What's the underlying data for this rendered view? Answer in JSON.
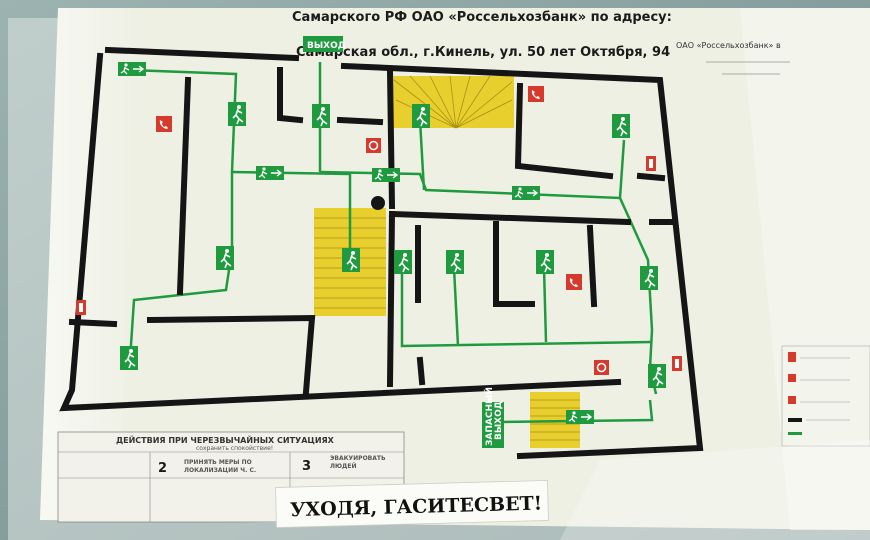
{
  "plan": {
    "header_line1": "Самарского РФ ОАО «Россельхозбанк» по адресу:",
    "header_line2": "Самарская обл., г.Кинель, ул. 50 лет Октября, 94",
    "corner_org": "ОАО «Россельхозбанк» в",
    "exit_top": "ВЫХОД",
    "exit_bottom_line1": "ЗАПАСНЫЙ",
    "exit_bottom_line2": "ВЫХОД"
  },
  "table": {
    "title": "ДЕЙСТВИЯ ПРИ ЧЕРЕЗВЫЧАЙНЫХ СИТУАЦИЯХ",
    "subtitle": "сохранить спокойствие!",
    "col2_num": "2",
    "col2_text_a": "ПРИНЯТЬ МЕРЫ ПО",
    "col2_text_b": "ЛОКАЛИЗАЦИИ Ч. С.",
    "col3_num": "3",
    "col3_text_a": "ЭВАКУИРОВАТЬ",
    "col3_text_b": "ЛЮДЕЙ"
  },
  "note": {
    "text": "УХОДЯ, ГАСИТЕСВЕТ!"
  },
  "colors": {
    "wall": "#151515",
    "route": "#1f9a3f",
    "stairs": "#e8cf2e",
    "alert": "#d63a2c",
    "paper": "#eef0e4"
  },
  "icons": [
    "running-man-exit-sign",
    "telephone-icon",
    "fire-alarm-button-icon",
    "fire-extinguisher-icon",
    "door-arrow-icon"
  ]
}
